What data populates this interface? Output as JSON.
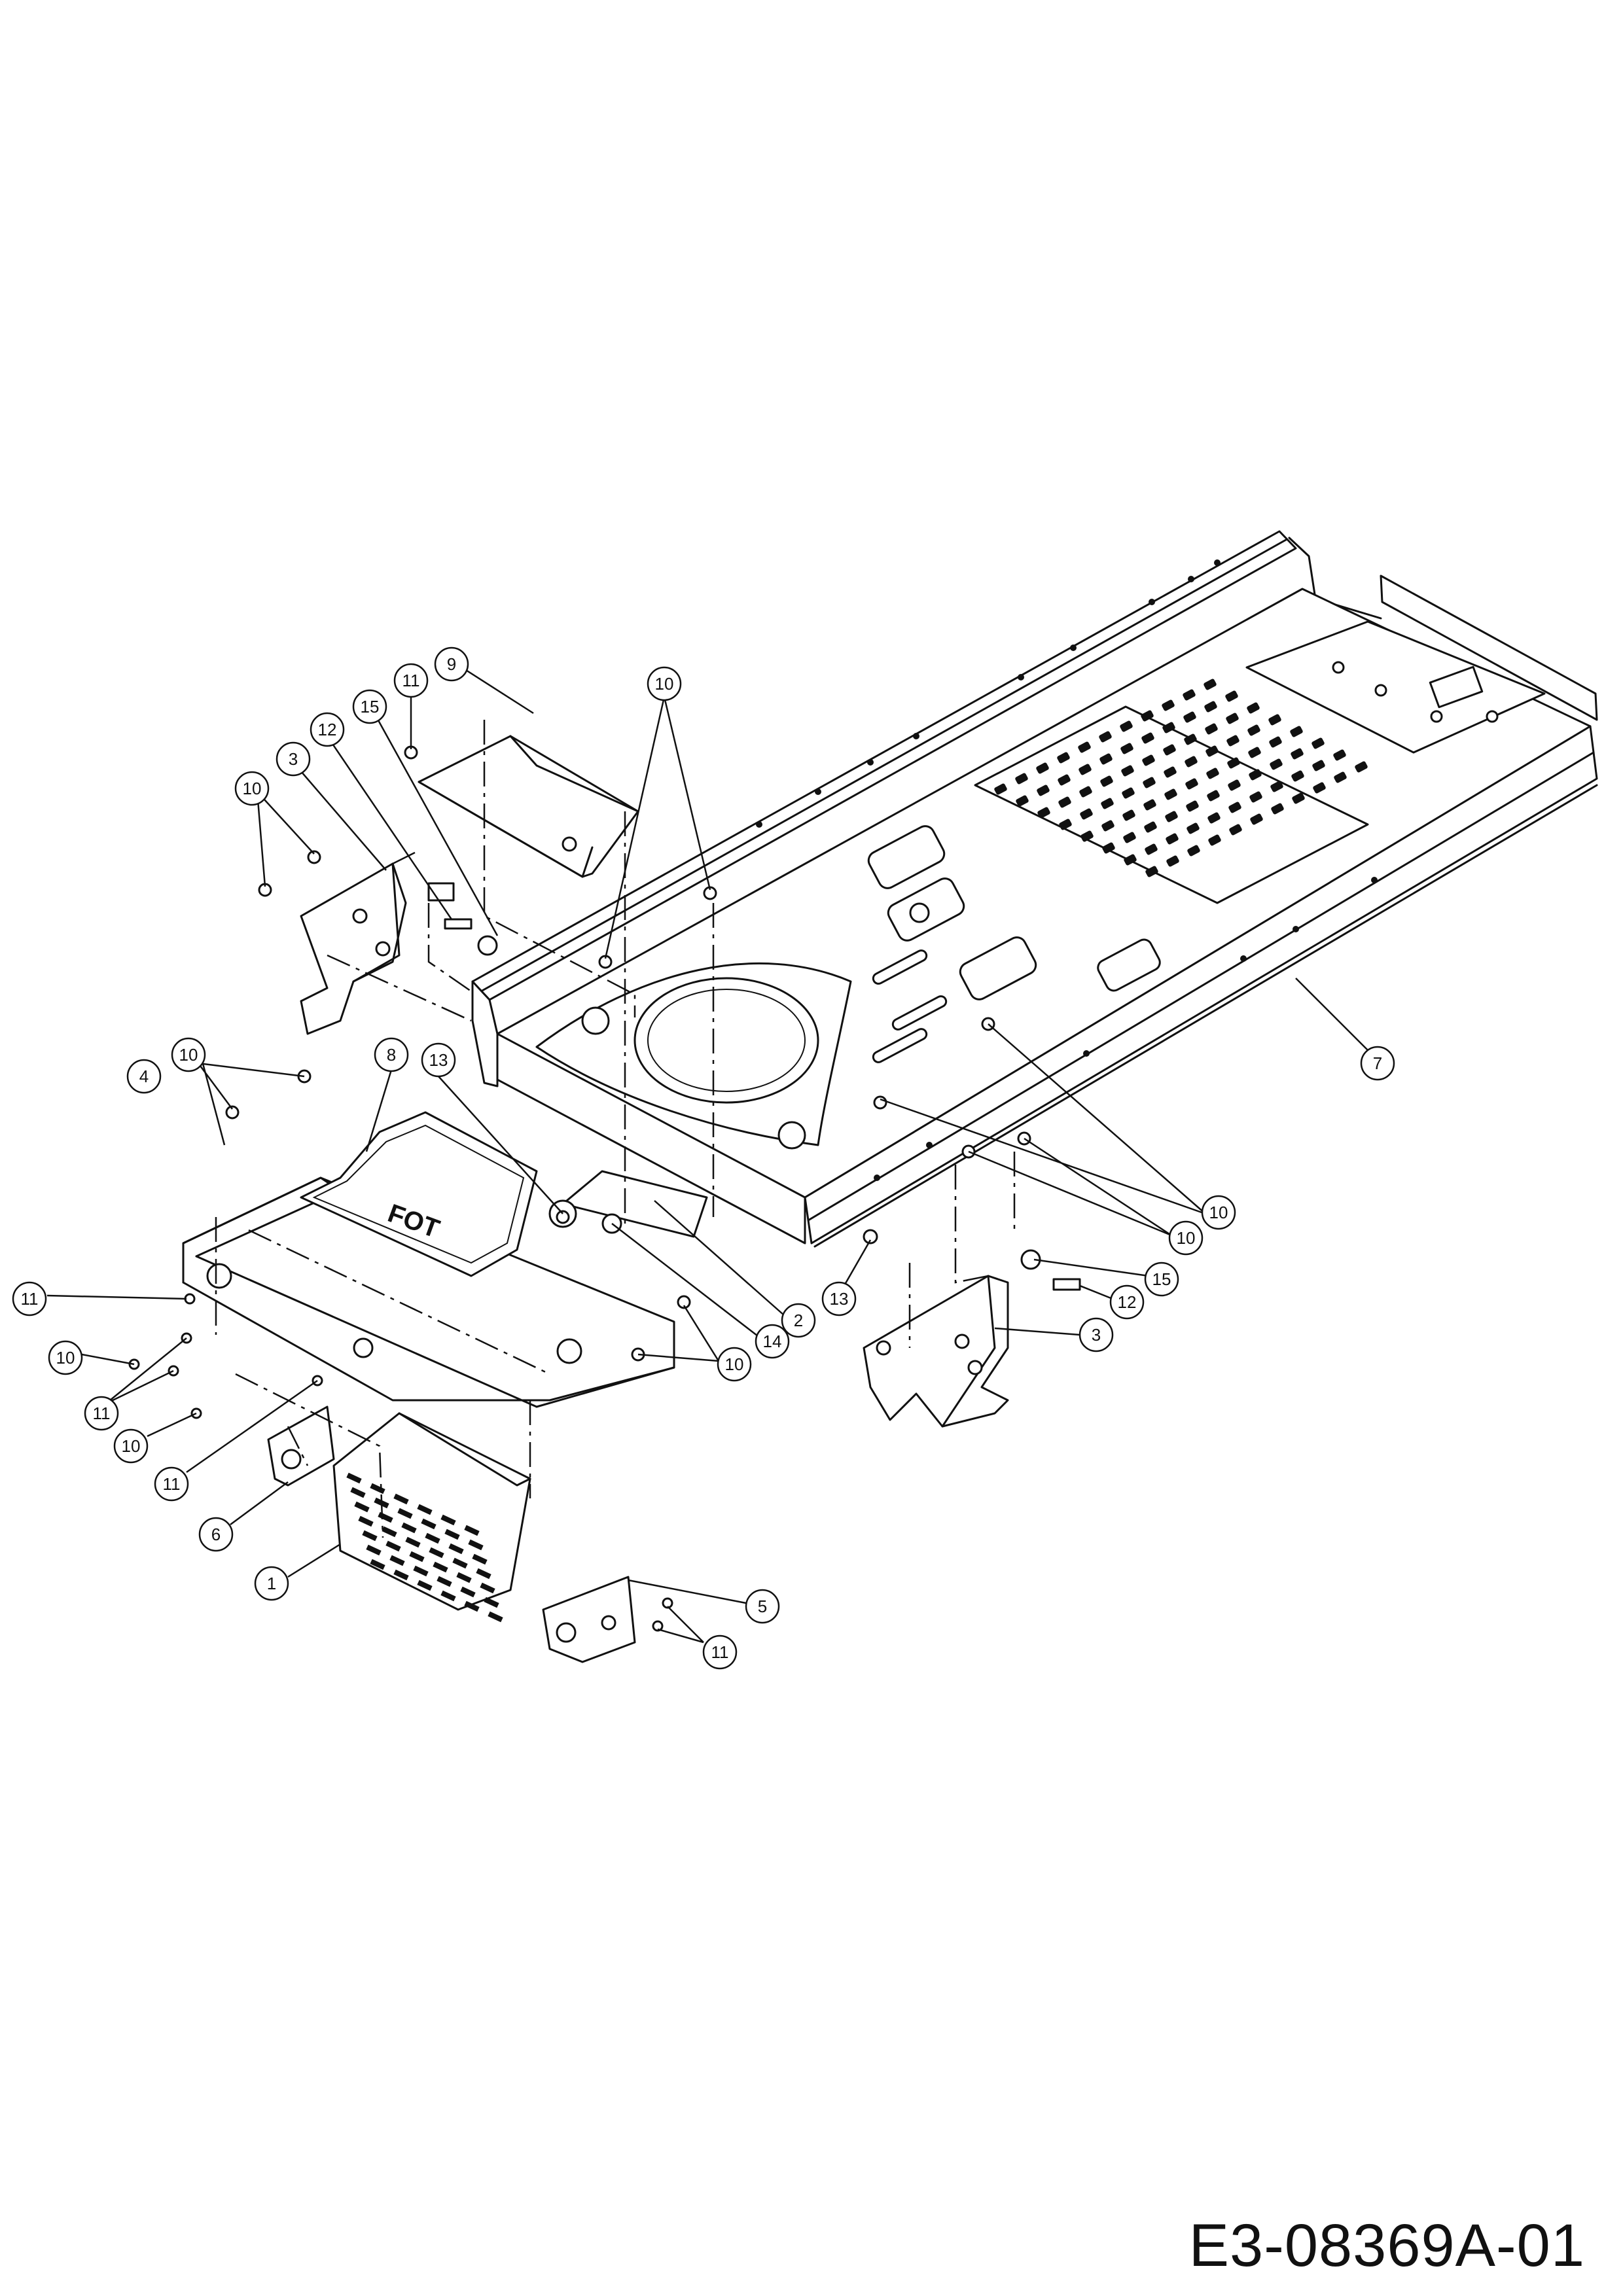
{
  "drawing_code": "E3-08369A-01",
  "plate_marking": "FOT",
  "callouts": [
    {
      "id": "c9",
      "label": "9"
    },
    {
      "id": "c11a",
      "label": "11"
    },
    {
      "id": "c15a",
      "label": "15"
    },
    {
      "id": "c12a",
      "label": "12"
    },
    {
      "id": "c3a",
      "label": "3"
    },
    {
      "id": "c10a",
      "label": "10"
    },
    {
      "id": "c10b",
      "label": "10"
    },
    {
      "id": "c8",
      "label": "8"
    },
    {
      "id": "c10c",
      "label": "10"
    },
    {
      "id": "c4",
      "label": "4"
    },
    {
      "id": "c13a",
      "label": "13"
    },
    {
      "id": "c7",
      "label": "7"
    },
    {
      "id": "c10d",
      "label": "10"
    },
    {
      "id": "c10e",
      "label": "10"
    },
    {
      "id": "c15b",
      "label": "15"
    },
    {
      "id": "c12b",
      "label": "12"
    },
    {
      "id": "c3b",
      "label": "3"
    },
    {
      "id": "c2",
      "label": "2"
    },
    {
      "id": "c14",
      "label": "14"
    },
    {
      "id": "c13b",
      "label": "13"
    },
    {
      "id": "c10f",
      "label": "10"
    },
    {
      "id": "c11b",
      "label": "11"
    },
    {
      "id": "c10g",
      "label": "10"
    },
    {
      "id": "c11c",
      "label": "11"
    },
    {
      "id": "c10h",
      "label": "10"
    },
    {
      "id": "c11d",
      "label": "11"
    },
    {
      "id": "c6",
      "label": "6"
    },
    {
      "id": "c1",
      "label": "1"
    },
    {
      "id": "c5",
      "label": "5"
    },
    {
      "id": "c11e",
      "label": "11"
    }
  ]
}
